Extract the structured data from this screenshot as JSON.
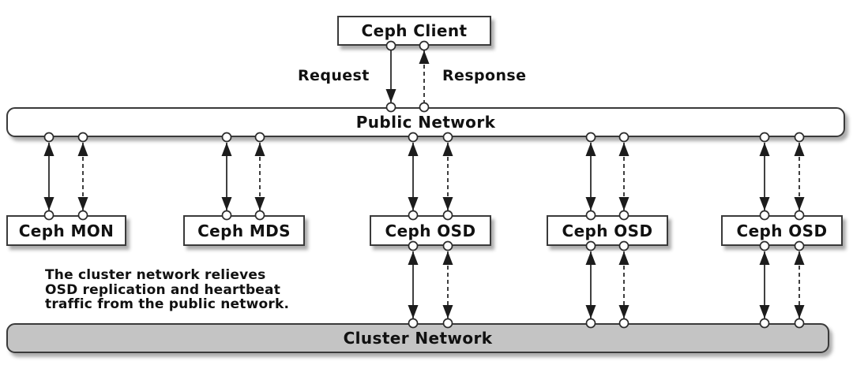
{
  "diagram": {
    "client": {
      "label": "Ceph Client"
    },
    "flow": {
      "request_label": "Request",
      "response_label": "Response"
    },
    "public_network": {
      "label": "Public Network"
    },
    "cluster_network": {
      "label": "Cluster Network"
    },
    "nodes": [
      {
        "id": "mon",
        "label": "Ceph MON"
      },
      {
        "id": "mds",
        "label": "Ceph MDS"
      },
      {
        "id": "osd1",
        "label": "Ceph OSD"
      },
      {
        "id": "osd2",
        "label": "Ceph OSD"
      },
      {
        "id": "osd3",
        "label": "Ceph OSD"
      }
    ],
    "annotation": {
      "line1": "The cluster network relieves",
      "line2": "OSD replication and heartbeat",
      "line3": "traffic from the public network."
    },
    "legend": {
      "solid_arrow_meaning": "Request",
      "dashed_arrow_meaning": "Response"
    },
    "colors": {
      "background": "#ffffff",
      "line": "#2b2b2b",
      "node_fill": "#ffffff",
      "cluster_fill": "#c4c4c4",
      "text": "#111111"
    }
  }
}
